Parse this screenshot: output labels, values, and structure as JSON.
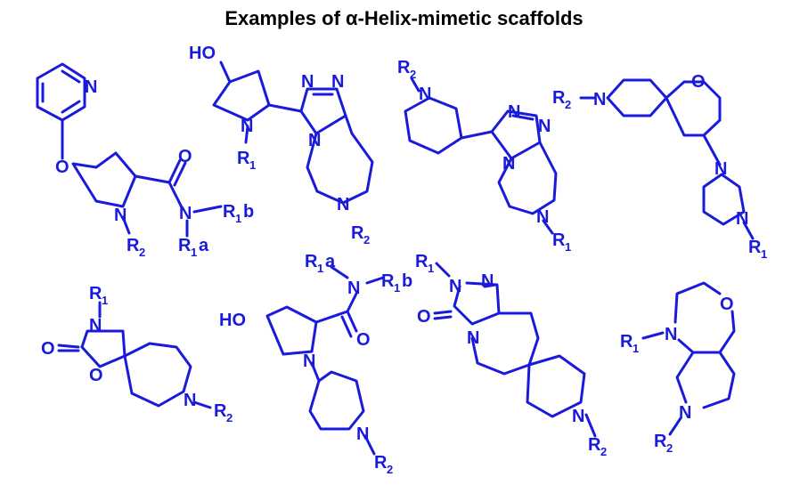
{
  "title": "Examples of α-Helix-mimetic scaffolds",
  "colors": {
    "bond": "#1a1adc",
    "title": "#000000",
    "background": "#ffffff"
  },
  "atoms": {
    "n": "N",
    "o": "O",
    "ho": "HO",
    "r": "R",
    "sub1": "1",
    "sub2": "2",
    "a": "a",
    "b": "b"
  }
}
